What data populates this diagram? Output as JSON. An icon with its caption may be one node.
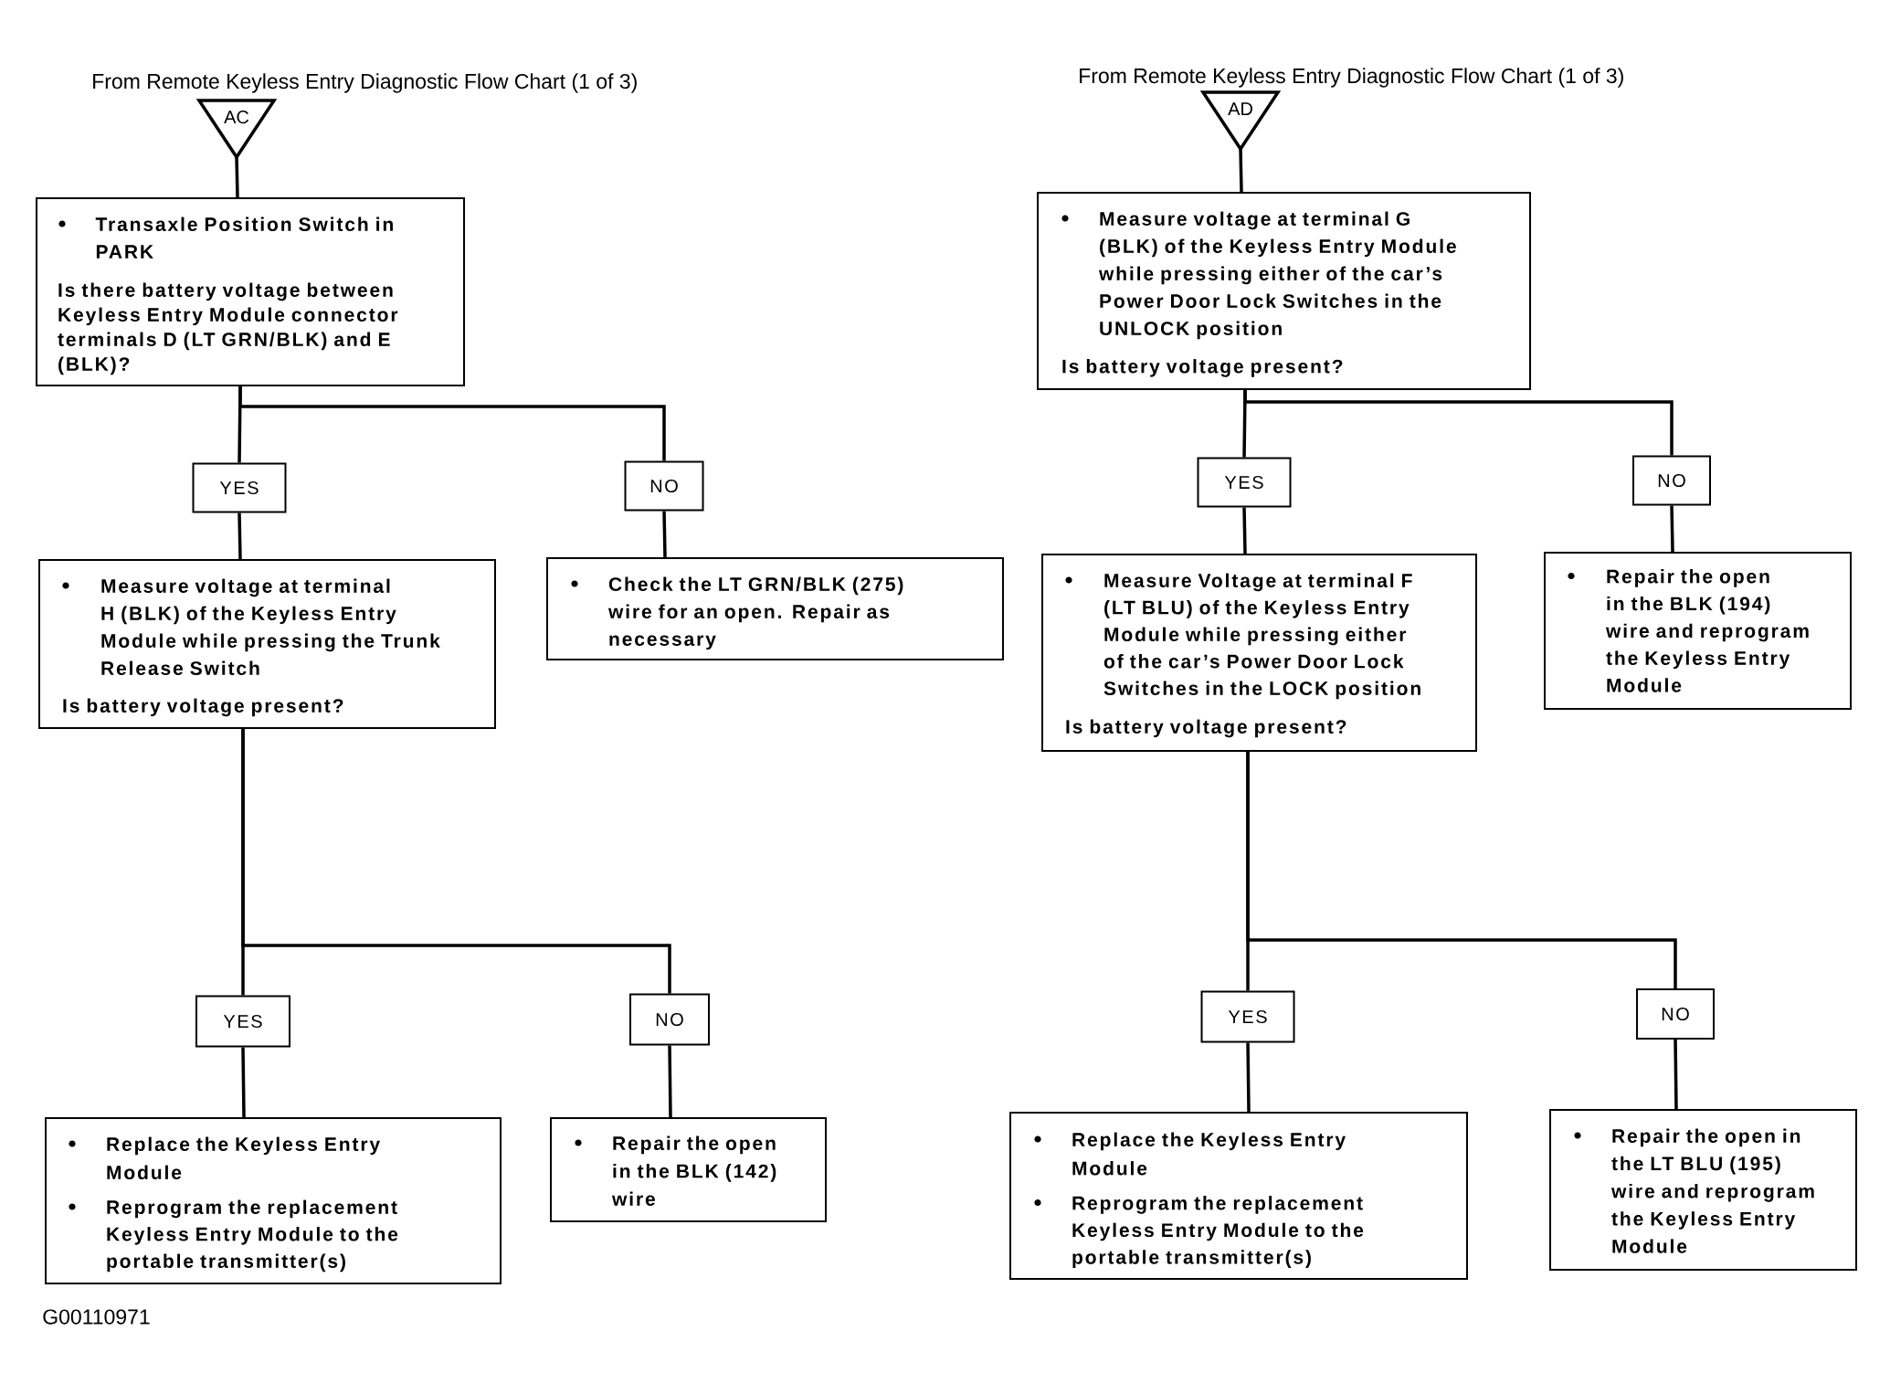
{
  "diagram": {
    "nodes": [
      {
        "text": [
          "AC"
        ],
        "beside": [
          "From Remote Keyless Entry Diagnostic Flow Chart (1 of 3)"
        ]
      },
      {
        "text": [
          "Transaxle Position Switch in PARK",
          "Is there battery voltage between Keyless Entry Module connector terminals D (LT GRN/BLK) and E (BLK)?"
        ]
      },
      {
        "text": [
          "YES"
        ]
      },
      {
        "text": [
          "NO"
        ]
      },
      {
        "text": [
          "Measure voltage at terminal H (BLK) of the Keyless Entry Module while pressing the Trunk Release Switch",
          "Is battery voltage present?"
        ]
      },
      {
        "text": [
          "Check the LT GRN/BLK (275) wire for an open. Repair as necessary"
        ]
      },
      {
        "text": [
          "YES"
        ]
      },
      {
        "text": [
          "NO"
        ]
      },
      {
        "text": [
          "Replace the Keyless Entry Module",
          "Reprogram the replacement Keyless Entry Module to the portable transmitter(s)"
        ]
      },
      {
        "text": [
          "Repair the open in the BLK (142) wire"
        ]
      },
      {
        "text": [
          "AD"
        ],
        "beside": [
          "From Remote Keyless Entry Diagnostic Flow Chart (1 of 3)"
        ]
      },
      {
        "text": [
          "Measure voltage at terminal G (BLK) of the Keyless Entry Module while pressing either of the car’s Power Door Lock Switches in the UNLOCK position",
          "Is battery voltage present?"
        ]
      },
      {
        "text": [
          "YES"
        ]
      },
      {
        "text": [
          "NO"
        ]
      },
      {
        "text": [
          "Measure Voltage at terminal F (LT BLU) of the Keyless Entry Module while pressing either of the car’s Power Door Lock Switches in the LOCK position",
          "Is battery voltage present?"
        ]
      },
      {
        "text": [
          "Repair the open in the BLK (194) wire and reprogram the Keyless Entry Module"
        ]
      },
      {
        "text": [
          "YES"
        ]
      },
      {
        "text": [
          "NO"
        ]
      },
      {
        "text": [
          "Replace the Keyless Entry Module",
          "Reprogram the replacement Keyless Entry Module to the portable transmitter(s)"
        ]
      },
      {
        "text": [
          "Repair the open in the LT BLU (195) wire and reprogram the Keyless Entry Module"
        ]
      }
    ],
    "edges": [
      {
        "from": 0,
        "to": 1,
        "arrow": "none"
      },
      {
        "from": 1,
        "to": 2,
        "arrow": "none"
      },
      {
        "from": 1,
        "to": 3,
        "arrow": "none"
      },
      {
        "from": 2,
        "to": 4,
        "arrow": "none"
      },
      {
        "from": 3,
        "to": 5,
        "arrow": "none"
      },
      {
        "from": 4,
        "to": 6,
        "arrow": "none"
      },
      {
        "from": 4,
        "to": 7,
        "arrow": "none"
      },
      {
        "from": 6,
        "to": 8,
        "arrow": "none"
      },
      {
        "from": 7,
        "to": 9,
        "arrow": "none"
      },
      {
        "from": 10,
        "to": 11,
        "arrow": "none"
      },
      {
        "from": 11,
        "to": 12,
        "arrow": "none"
      },
      {
        "from": 11,
        "to": 13,
        "arrow": "none"
      },
      {
        "from": 12,
        "to": 14,
        "arrow": "none"
      },
      {
        "from": 13,
        "to": 15,
        "arrow": "none"
      },
      {
        "from": 14,
        "to": 16,
        "arrow": "none"
      },
      {
        "from": 14,
        "to": 17,
        "arrow": "none"
      },
      {
        "from": 16,
        "to": 18,
        "arrow": "none"
      },
      {
        "from": 17,
        "to": 19,
        "arrow": "none"
      }
    ],
    "labels": [
      "G00110971"
    ]
  }
}
